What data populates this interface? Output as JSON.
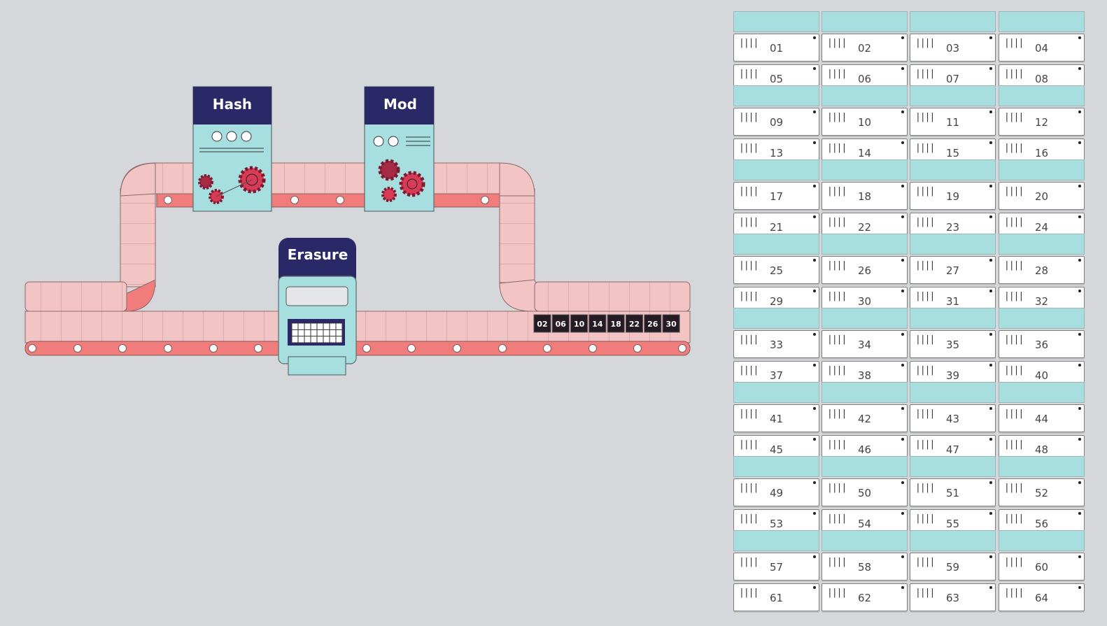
{
  "machines": {
    "hash": {
      "label": "Hash"
    },
    "mod": {
      "label": "Mod"
    },
    "erasure": {
      "label": "Erasure"
    }
  },
  "belt_chips": [
    "02",
    "06",
    "10",
    "14",
    "18",
    "22",
    "26",
    "30"
  ],
  "slots": [
    "01",
    "02",
    "03",
    "04",
    "05",
    "06",
    "07",
    "08",
    "09",
    "10",
    "11",
    "12",
    "13",
    "14",
    "15",
    "16",
    "17",
    "18",
    "19",
    "20",
    "21",
    "22",
    "23",
    "24",
    "25",
    "26",
    "27",
    "28",
    "29",
    "30",
    "31",
    "32",
    "33",
    "34",
    "35",
    "36",
    "37",
    "38",
    "39",
    "40",
    "41",
    "42",
    "43",
    "44",
    "45",
    "46",
    "47",
    "48",
    "49",
    "50",
    "51",
    "52",
    "53",
    "54",
    "55",
    "56",
    "57",
    "58",
    "59",
    "60",
    "61",
    "62",
    "63",
    "64"
  ],
  "slot_marker": "||||",
  "colors": {
    "background": "#d6d7da",
    "belt": "#f2c4c4",
    "belt_rail": "#f07c7c",
    "machine_body": "#a7dfe1",
    "machine_header": "#2b2868",
    "gear": "#d93a55",
    "gear_dark": "#a62a45",
    "chip": "#241b24"
  }
}
